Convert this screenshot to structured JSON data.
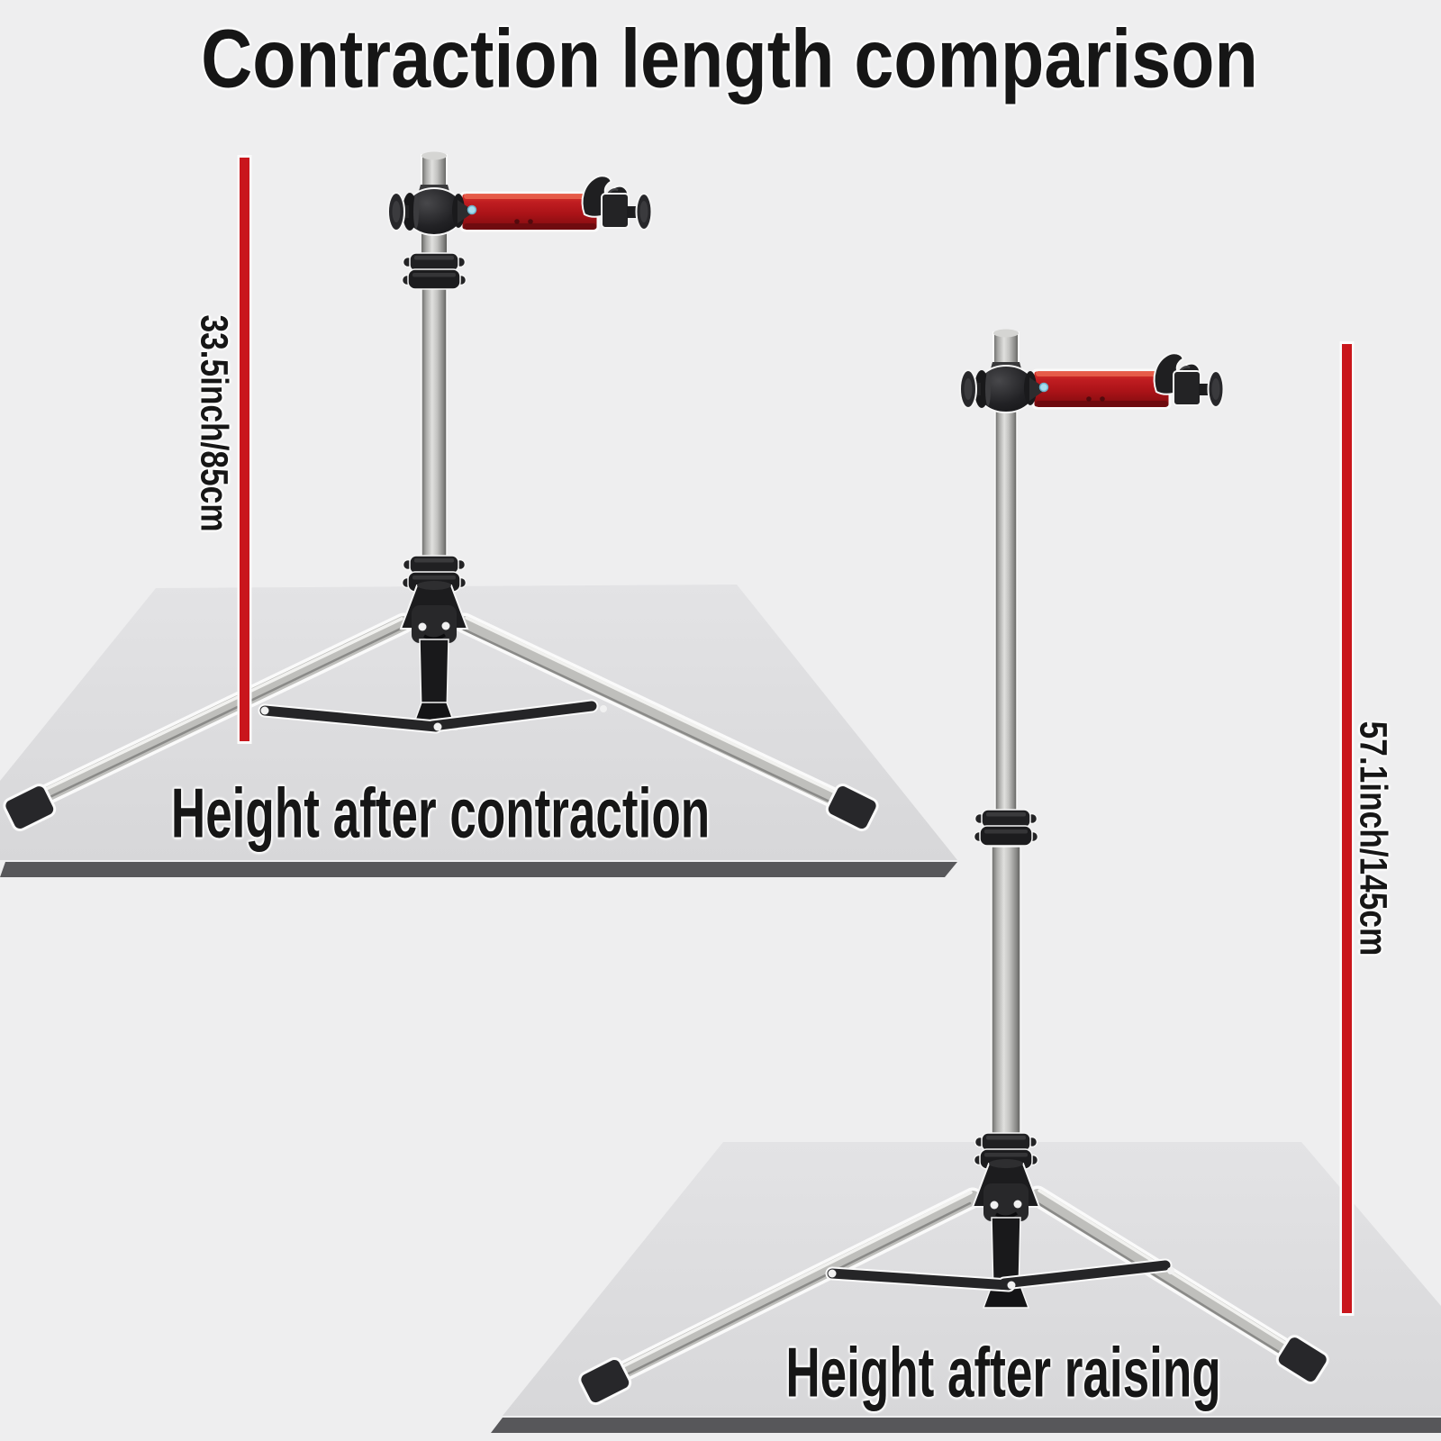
{
  "title": "Contraction length comparison",
  "contracted": {
    "measurement": "33.5inch/85cm",
    "caption": "Height after contraction"
  },
  "raised": {
    "measurement": "57.1inch/145cm",
    "caption": "Height after raising"
  },
  "colors": {
    "background": "#eeeeef",
    "floor": "#dfdfe1",
    "floor_shadow": "#57575a",
    "accent_red": "#c9161c",
    "text": "#161616"
  }
}
